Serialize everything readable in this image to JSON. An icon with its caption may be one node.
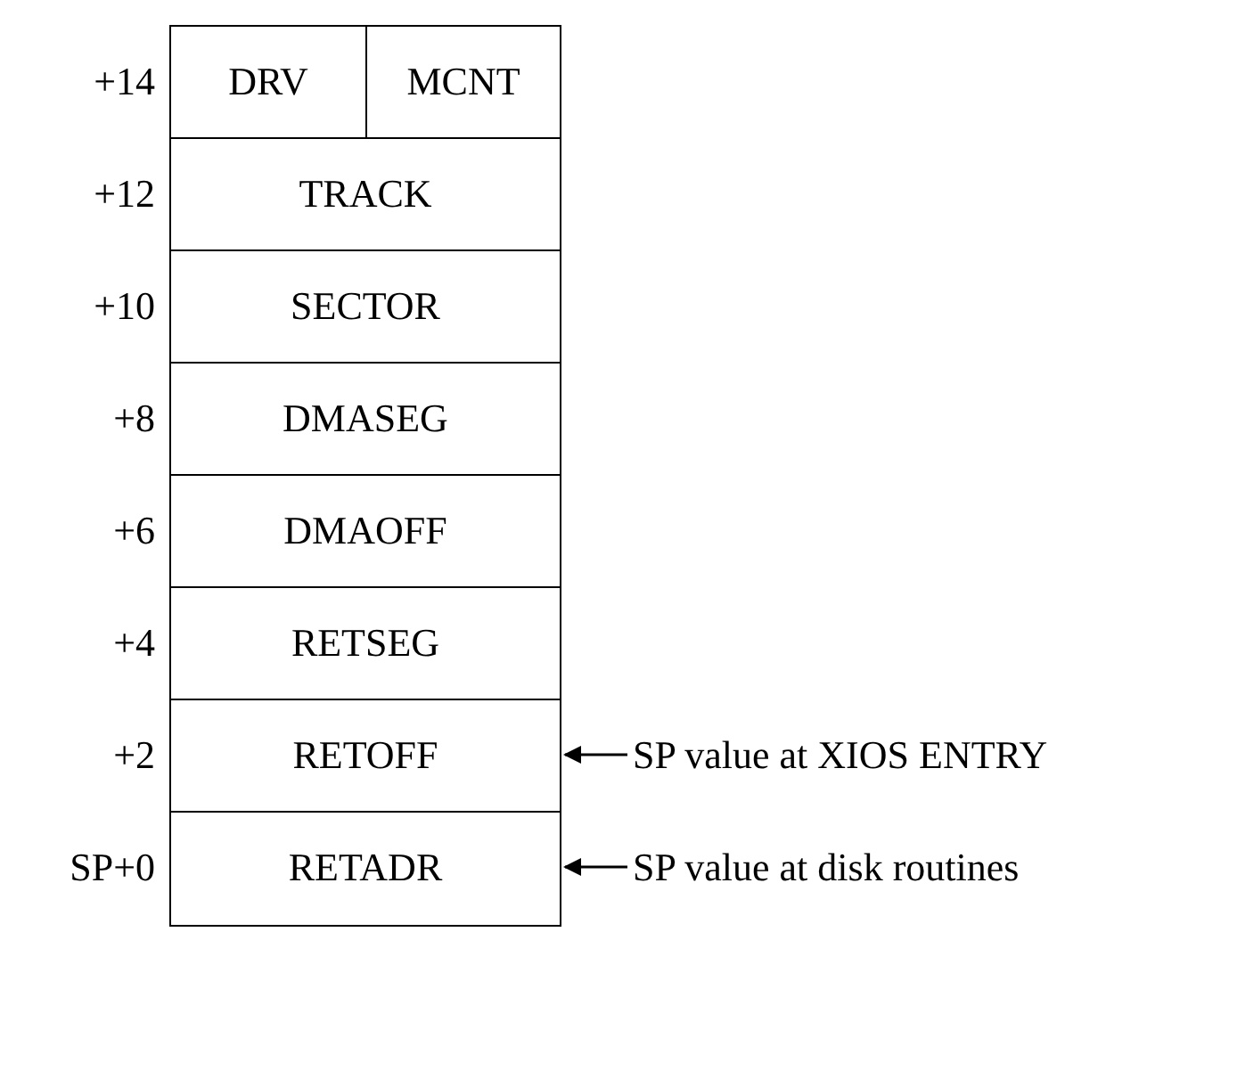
{
  "diagram": {
    "nodes": [
      {
        "text": [
          "DRV"
        ]
      },
      {
        "text": [
          "MCNT"
        ]
      },
      {
        "text": [
          "TRACK"
        ]
      },
      {
        "text": [
          "SECTOR"
        ]
      },
      {
        "text": [
          "DMASEG"
        ]
      },
      {
        "text": [
          "DMAOFF"
        ]
      },
      {
        "text": [
          "RETSEG"
        ]
      },
      {
        "text": [
          "RETOFF"
        ]
      },
      {
        "text": [
          "SP value at XIOS ENTRY"
        ]
      },
      {
        "text": [
          "RETADR"
        ]
      },
      {
        "text": [
          "SP value at disk routines"
        ]
      }
    ],
    "edges": [
      {
        "from": 8,
        "to": 7,
        "arrow": "to"
      },
      {
        "from": 10,
        "to": 9,
        "arrow": "to"
      }
    ],
    "labels": [
      "+14",
      "+12",
      "+10",
      "+8",
      "+6",
      "+4",
      "+2",
      "SP+0"
    ]
  }
}
